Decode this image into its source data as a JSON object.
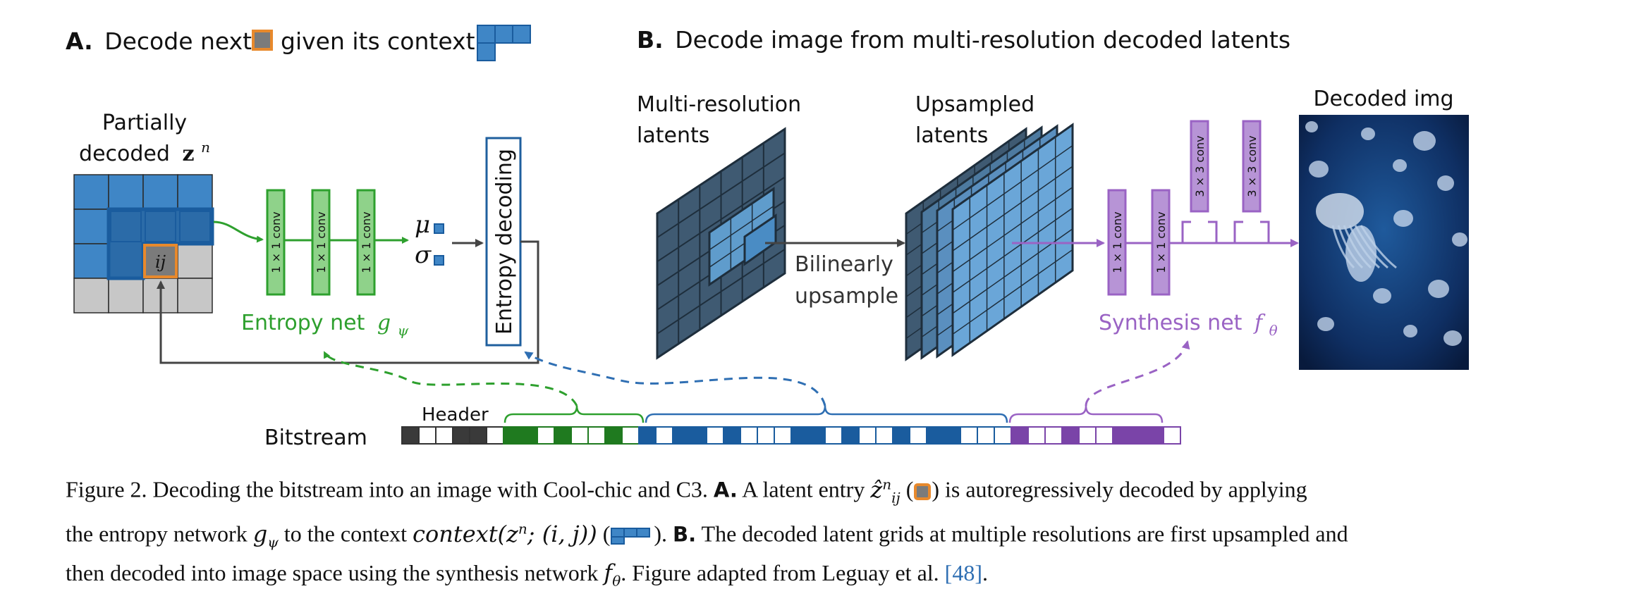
{
  "panel_a": {
    "letter": "A.",
    "title_before": "Decode next",
    "title_after": "given its context",
    "grid_label_line1": "Partially",
    "grid_label_line2": "decoded",
    "latent_symbol": "z",
    "latent_superscript": "n",
    "current_cell_label": "ij",
    "conv_labels": [
      "1 × 1 conv",
      "1 × 1 conv",
      "1 × 1 conv"
    ],
    "mu_symbol": "μ",
    "sigma_symbol": "σ",
    "entropy_decoding_label": "Entropy decoding",
    "entropy_net_label": "Entropy net",
    "entropy_net_symbol": "g",
    "entropy_net_subscript": "ψ"
  },
  "panel_b": {
    "letter": "B.",
    "title": "Decode image from multi-resolution decoded latents",
    "multires_label_line1": "Multi-resolution",
    "multires_label_line2": "latents",
    "upsampled_label_line1": "Upsampled",
    "upsampled_label_line2": "latents",
    "bilinear_label_line1": "Bilinearly",
    "bilinear_label_line2": "upsample",
    "conv_small_labels": [
      "1 × 1 conv",
      "1 × 1 conv"
    ],
    "conv_tall_labels": [
      "3 × 3 conv",
      "3 × 3 conv"
    ],
    "synthesis_net_label": "Synthesis net",
    "synthesis_net_symbol": "f",
    "synthesis_net_subscript": "θ",
    "decoded_img_label": "Decoded img"
  },
  "bitstream": {
    "label": "Bitstream",
    "header_label": "Header"
  },
  "caption": {
    "figure_label": "Figure 2.",
    "text1": "Decoding the bitstream into an image with Cool-chic and C3.",
    "bold_a": "A.",
    "text2": "A latent entry",
    "latent_entry": "ẑ",
    "latent_entry_sup": "n",
    "latent_entry_sub": "ij",
    "text3": "is autoregressively decoded by applying",
    "text4": "the entropy network",
    "g_symbol": "g",
    "g_sub": "ψ",
    "text5": "to the context",
    "context_expr": "context(z",
    "context_sup": "n",
    "context_rest": "; (i, j))",
    "bold_b": "B.",
    "text6": "The decoded latent grids at multiple resolutions are first upsampled and",
    "text7": "then decoded into image space using the synthesis network",
    "f_symbol": "f",
    "f_sub": "θ",
    "text8": ". Figure adapted from Leguay et al.",
    "citation": "[48]",
    "period": "."
  },
  "colors": {
    "grid_blue": "#3f86c6",
    "grid_dark_blue": "#1a5c9e",
    "grid_gray": "#c7c7c7",
    "current_cell": "#7b7b7b",
    "orange": "#e8892c",
    "green": "#2ea02e",
    "green_fill": "#8fd28a",
    "purple": "#9a63c4",
    "purple_fill": "#b794d6",
    "dark_slate": "#3f5a72",
    "mid_blue": "#5f9ccc",
    "arrow_gray": "#444444"
  },
  "icons": [
    "orange-cell-icon",
    "context-blocks-icon",
    "jellyfish-image"
  ]
}
